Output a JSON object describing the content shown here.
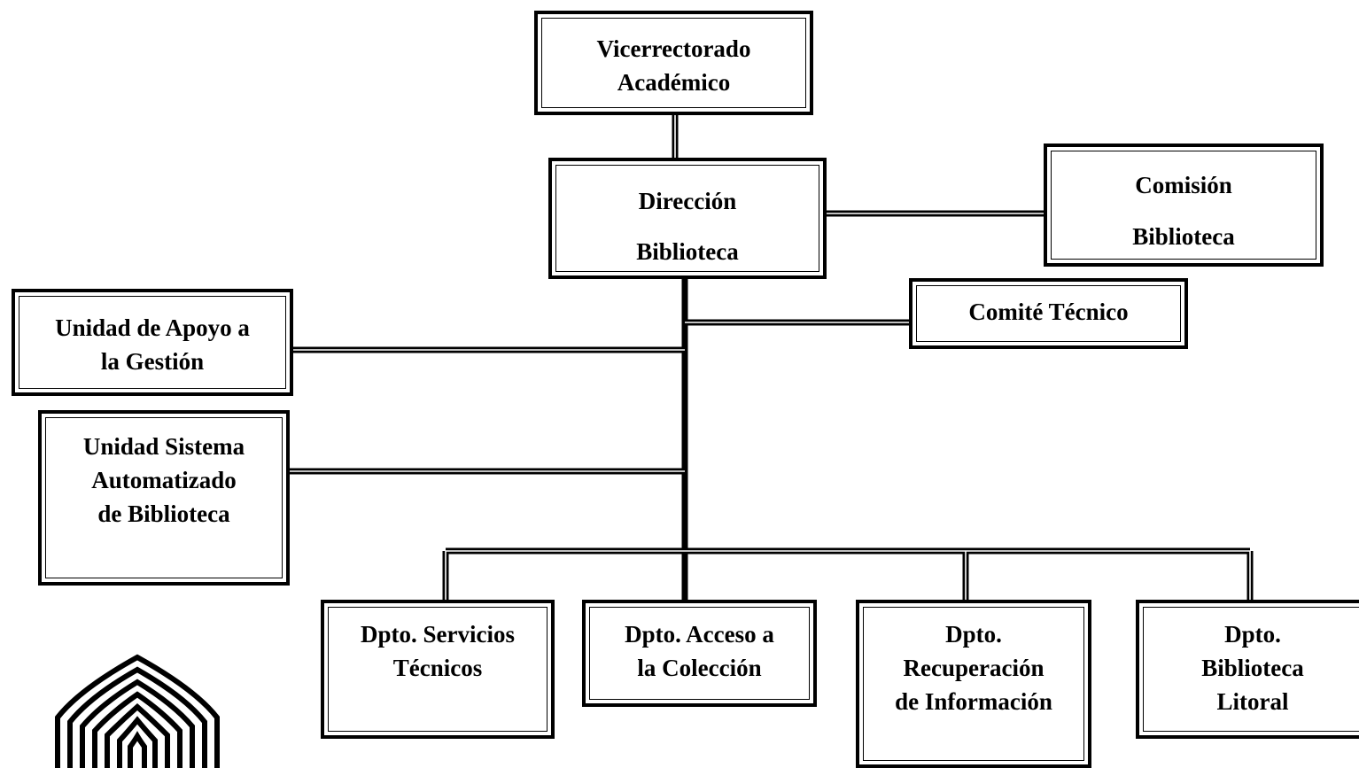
{
  "diagram": {
    "nodes": [
      {
        "id": "vicerrectorado-academico",
        "lines": [
          "Vicerrectorado",
          "Académico"
        ]
      },
      {
        "id": "direccion-biblioteca",
        "lines": [
          "Dirección",
          "Biblioteca"
        ]
      },
      {
        "id": "comision-biblioteca",
        "lines": [
          "Comisión",
          "Biblioteca"
        ]
      },
      {
        "id": "comite-tecnico",
        "lines": [
          "Comité Técnico"
        ]
      },
      {
        "id": "unidad-apoyo-gestion",
        "lines": [
          "Unidad de Apoyo a",
          "la Gestión"
        ]
      },
      {
        "id": "unidad-sistema-automatizado",
        "lines": [
          "Unidad Sistema",
          "Automatizado",
          "de Biblioteca"
        ]
      },
      {
        "id": "dpto-servicios-tecnicos",
        "lines": [
          "Dpto. Servicios",
          "Técnicos"
        ]
      },
      {
        "id": "dpto-acceso-coleccion",
        "lines": [
          "Dpto. Acceso a",
          "la Colección"
        ]
      },
      {
        "id": "dpto-recuperacion-informacion",
        "lines": [
          "Dpto.",
          "Recuperación",
          "de Información"
        ]
      },
      {
        "id": "dpto-biblioteca-litoral",
        "lines": [
          "Dpto.",
          "Biblioteca",
          "Litoral"
        ]
      }
    ],
    "edges": [
      {
        "from": "vicerrectorado-academico",
        "to": "direccion-biblioteca"
      },
      {
        "from": "direccion-biblioteca",
        "to": "comision-biblioteca"
      },
      {
        "from": "direccion-biblioteca",
        "to": "comite-tecnico"
      },
      {
        "from": "direccion-biblioteca",
        "to": "unidad-apoyo-gestion"
      },
      {
        "from": "direccion-biblioteca",
        "to": "unidad-sistema-automatizado"
      },
      {
        "from": "direccion-biblioteca",
        "to": "dpto-servicios-tecnicos"
      },
      {
        "from": "direccion-biblioteca",
        "to": "dpto-acceso-coleccion"
      },
      {
        "from": "direccion-biblioteca",
        "to": "dpto-recuperacion-informacion"
      },
      {
        "from": "direccion-biblioteca",
        "to": "dpto-biblioteca-litoral"
      }
    ]
  },
  "logo": {
    "name": "university-logo-icon"
  }
}
